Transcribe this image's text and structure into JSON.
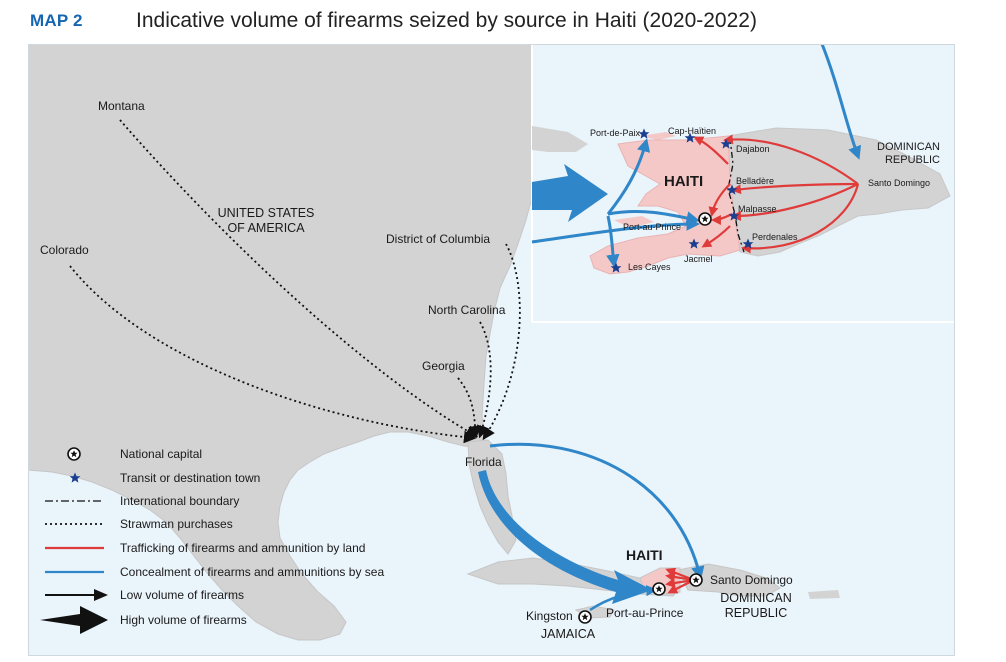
{
  "header": {
    "map_number": "MAP 2",
    "title": "Indicative volume of firearms seized by source in Haiti (2020-2022)"
  },
  "colors": {
    "land_route": "#e03b3b",
    "sea_route": "#2f86c8",
    "star": "#1a3f8f",
    "water": "#eaf4fb",
    "land": "#d3d3d3",
    "haiti_fill": "#f5c8c8"
  },
  "main_map": {
    "states": {
      "montana": "Montana",
      "colorado": "Colorado",
      "usa_line1": "UNITED STATES",
      "usa_line2": "OF AMERICA",
      "dc": "District of Columbia",
      "north_carolina": "North Carolina",
      "georgia": "Georgia",
      "florida": "Florida"
    },
    "caribbean": {
      "haiti": "HAITI",
      "santo_domingo": "Santo Domingo",
      "dr_line1": "DOMINICAN",
      "dr_line2": "REPUBLIC",
      "port_au_prince": "Port-au-Prince",
      "kingston": "Kingston",
      "jamaica": "JAMAICA"
    }
  },
  "inset": {
    "haiti": "HAITI",
    "dr_line1": "DOMINICAN",
    "dr_line2": "REPUBLIC",
    "towns": {
      "port_de_paix": "Port-de-Paix",
      "cap_haitien": "Cap-Haïtien",
      "dajabon": "Dajabon",
      "belladere": "Belladère",
      "malpasse": "Malpasse",
      "perdenales": "Perdenales",
      "jacmel": "Jacmel",
      "les_cayes": "Les Cayes",
      "port_au_prince": "Port-au-Prince",
      "santo_domingo": "Santo Domingo"
    }
  },
  "legend": {
    "items": [
      {
        "icon": "national-capital-icon",
        "label": "National capital"
      },
      {
        "icon": "star-icon",
        "label": "Transit or destination town"
      },
      {
        "icon": "dash-dot-line-icon",
        "label": "International boundary"
      },
      {
        "icon": "dotted-line-icon",
        "label": "Strawman purchases"
      },
      {
        "icon": "red-line-icon",
        "label": "Trafficking of firearms and ammunition by land"
      },
      {
        "icon": "blue-line-icon",
        "label": "Concealment of firearms and ammunitions by sea"
      },
      {
        "icon": "thin-arrow-icon",
        "label": "Low volume of firearms"
      },
      {
        "icon": "thick-arrow-icon",
        "label": "High volume of firearms"
      }
    ]
  }
}
